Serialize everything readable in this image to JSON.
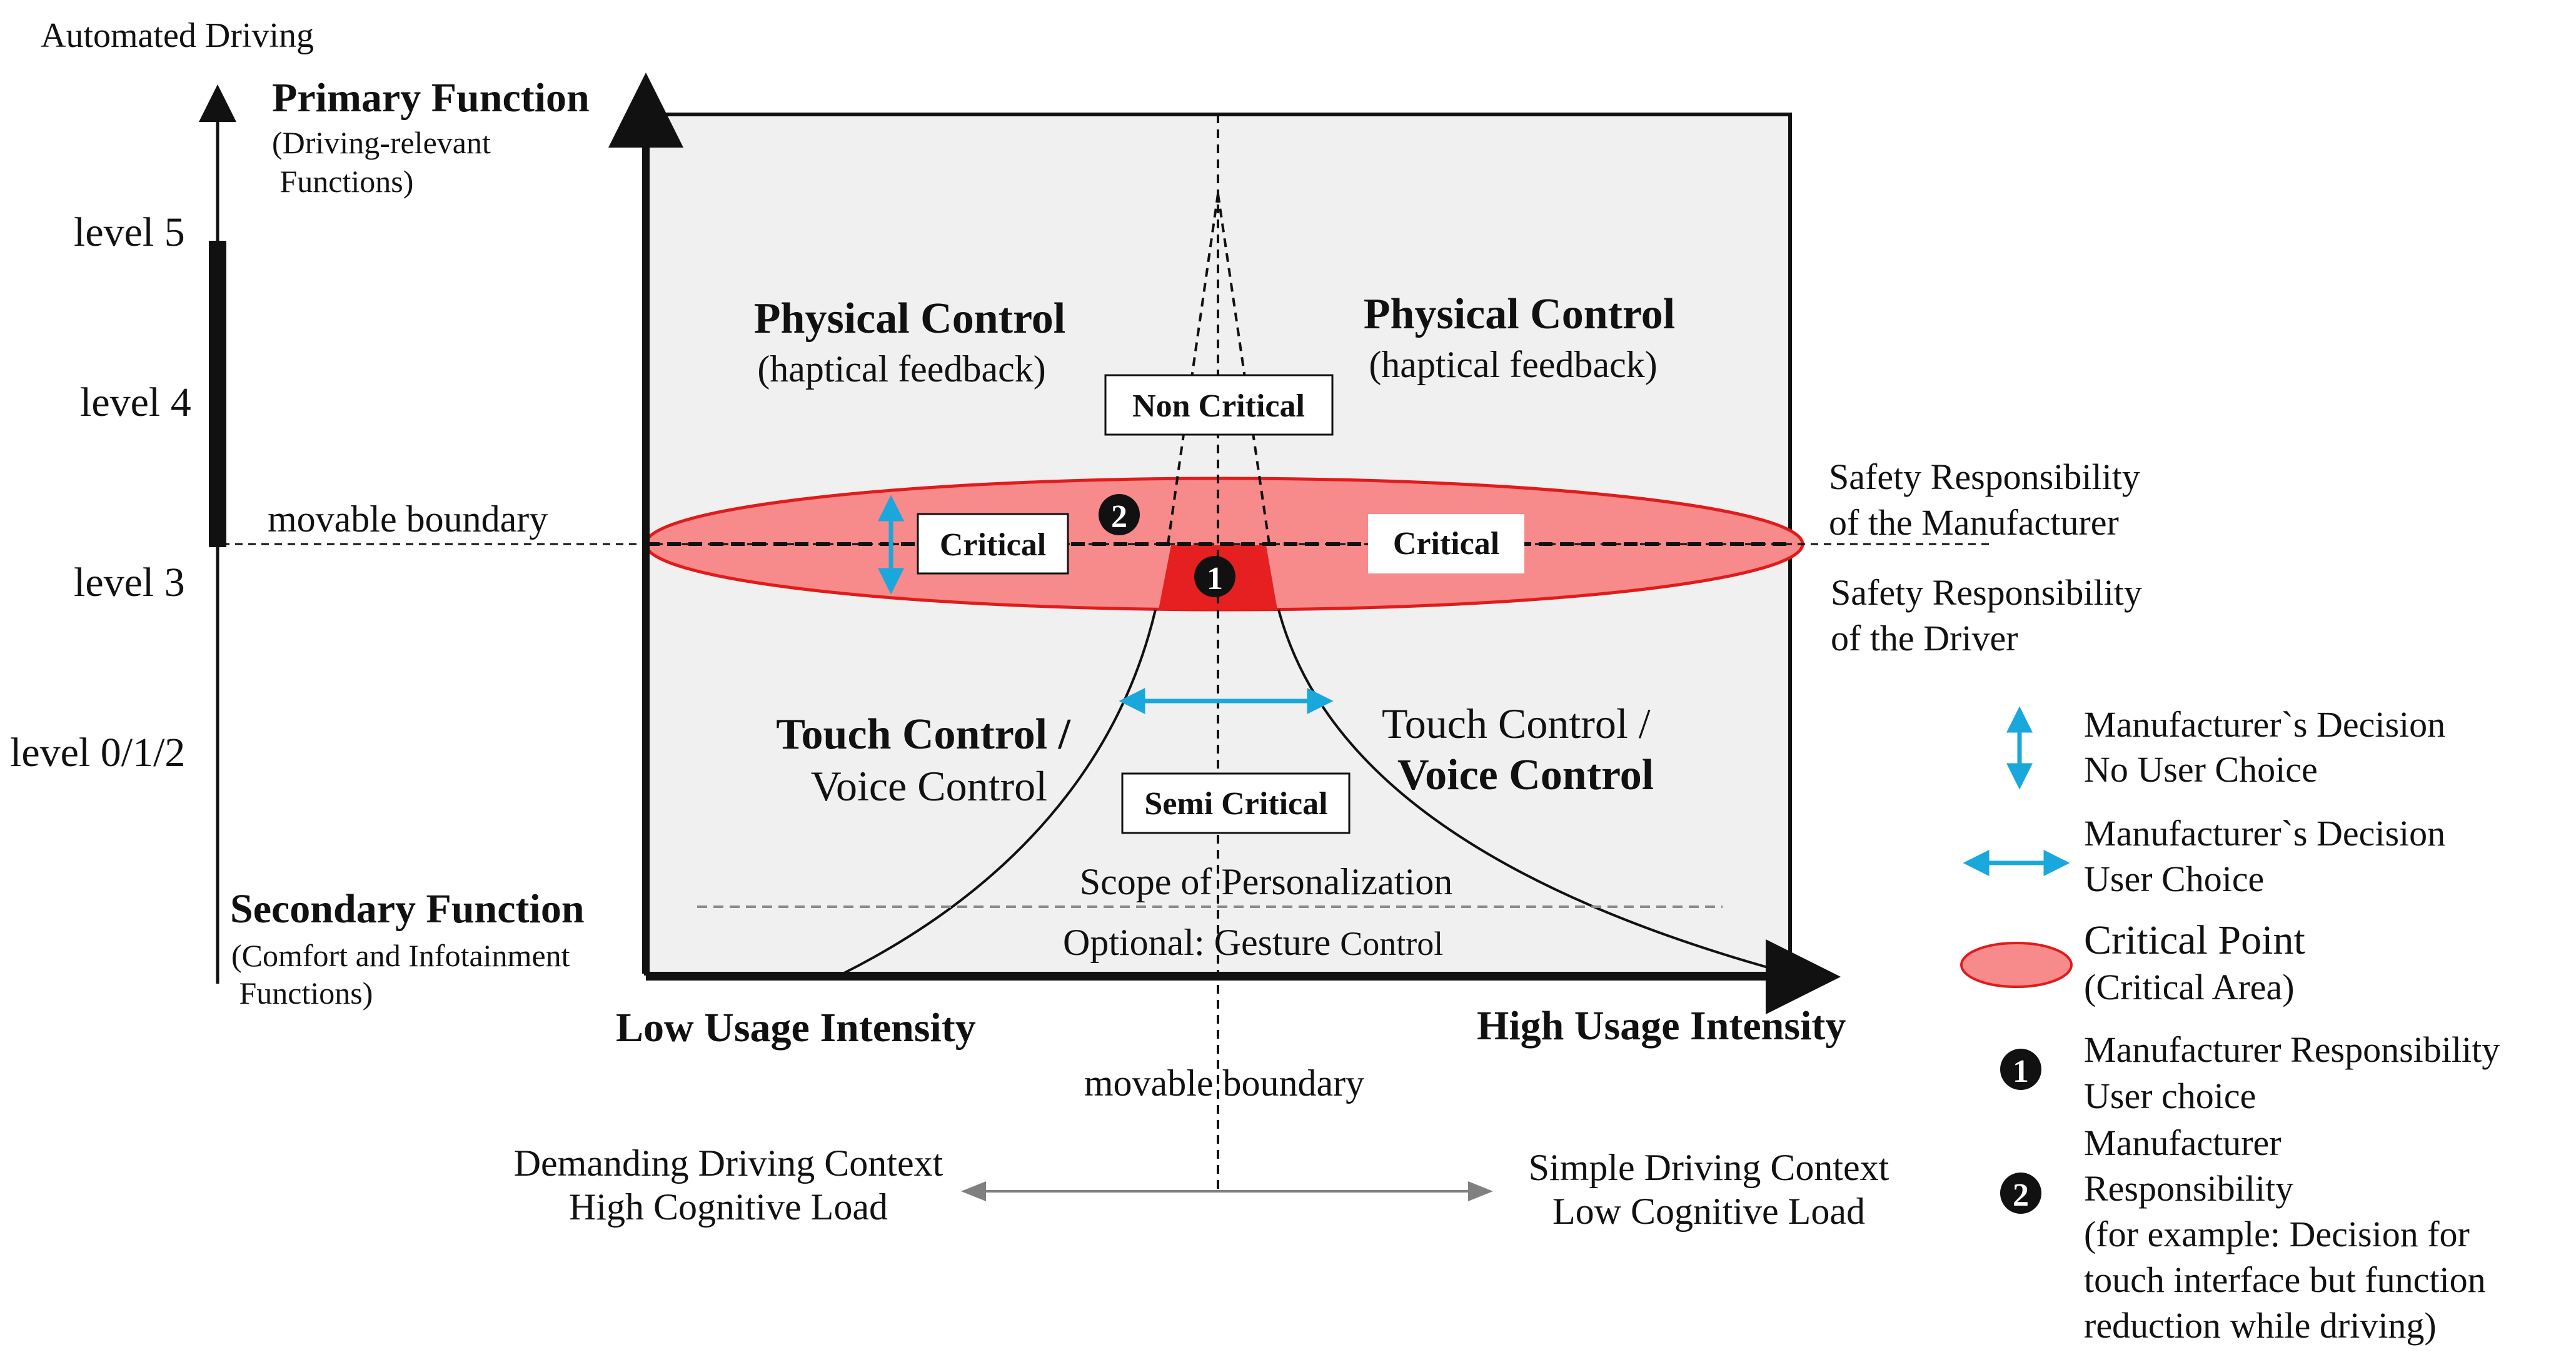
{
  "colors": {
    "background": "#ffffff",
    "panel": "#f0f0f0",
    "critical_fill": "#f78a8a",
    "critical_core": "#e62020",
    "critical_stroke": "#e01b1b",
    "arrow_blue": "#1aa7dc",
    "ink": "#111111",
    "grey_line": "#808080"
  },
  "icons": {
    "vertical_double_arrow": "blue-vertical-double-arrow-icon",
    "horizontal_double_arrow": "blue-horizontal-double-arrow-icon",
    "critical_ellipse": "red-ellipse-icon",
    "marker_one": "black-circle-1-icon",
    "marker_two": "black-circle-2-icon"
  },
  "left_axis": {
    "title": "Automated Driving",
    "levels": [
      "level 5",
      "level 4",
      "level 3",
      "level 0/1/2"
    ],
    "boundary_label": "movable boundary"
  },
  "y_axis": {
    "top_title": "Primary Function",
    "top_sub1": "(Driving-relevant",
    "top_sub2": " Functions)",
    "bottom_title": "Secondary Function",
    "bottom_sub1": "(Comfort and Infotainment",
    "bottom_sub2": " Functions)"
  },
  "x_axis": {
    "left_label": "Low Usage Intensity",
    "right_label": "High Usage Intensity",
    "boundary_label": "movable boundary"
  },
  "quadrants": {
    "top_left_title": "Physical Control",
    "top_left_sub": "(haptical feedback)",
    "top_right_title": "Physical Control",
    "top_right_sub": "(haptical feedback)",
    "bottom_left_line1": "Touch Control /",
    "bottom_left_line2": "Voice Control",
    "bottom_right_line1": "Touch Control /",
    "bottom_right_line2": "Voice Control"
  },
  "boxes": {
    "non_critical": "Non Critical",
    "critical_left": "Critical",
    "critical_right": "Critical",
    "semi_critical": "Semi Critical"
  },
  "markers": {
    "one": "1",
    "two": "2"
  },
  "personalization": {
    "scope": "Scope of Personalization",
    "optional_prefix": "Optional: Gesture ",
    "optional_suffix": "Control"
  },
  "safety": {
    "manufacturer_line1": "Safety Responsibility",
    "manufacturer_line2": "of the Manufacturer",
    "driver_line1": "Safety Responsibility",
    "driver_line2": "of the Driver"
  },
  "context": {
    "left_line1": "Demanding Driving Context",
    "left_line2": "High Cognitive Load",
    "right_line1": "Simple Driving Context",
    "right_line2": "Low Cognitive Load"
  },
  "legend": {
    "vertical_line1": "Manufacturer`s Decision",
    "vertical_line2": "No User Choice",
    "horizontal_line1": "Manufacturer`s Decision",
    "horizontal_line2": "User Choice",
    "critical_line1": "Critical Point",
    "critical_line2": "(Critical Area)",
    "marker1_line1": "Manufacturer Responsibility",
    "marker1_line2": "User choice",
    "marker2_line1": "Manufacturer",
    "marker2_line2": "Responsibility",
    "marker2_line3": "(for example: Decision for",
    "marker2_line4": "touch interface but function",
    "marker2_line5": "reduction while driving)"
  }
}
